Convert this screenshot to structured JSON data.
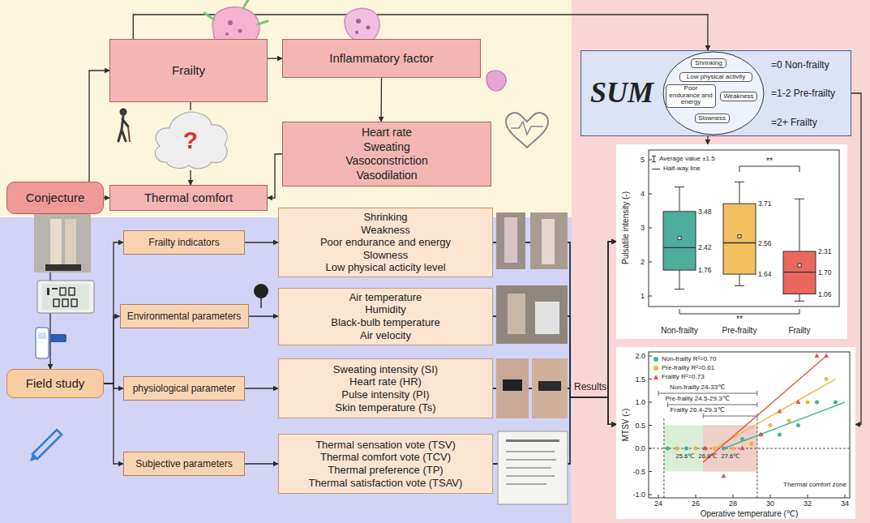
{
  "diagram": {
    "nodes": [
      {
        "text": [
          "Conjecture"
        ]
      },
      {
        "text": [
          "Frailty"
        ]
      },
      {
        "text": [
          "Inflammatory factor"
        ]
      },
      {
        "text": [
          "Heart rate",
          "Sweating",
          "Vasoconstriction",
          "Vasodilation"
        ]
      },
      {
        "text": [
          "?"
        ]
      },
      {
        "text": [
          "Thermal comfort"
        ]
      },
      {
        "text": [
          "Field study"
        ]
      },
      {
        "text": [
          "Frailty indicators"
        ]
      },
      {
        "text": [
          "Environmental parameters"
        ]
      },
      {
        "text": [
          "physiological parameter"
        ]
      },
      {
        "text": [
          "Subjective parameters"
        ]
      },
      {
        "text": [
          "Shrinking",
          "Weakness",
          "Poor endurance and energy",
          "Slowness",
          "Low physical acticity level"
        ]
      },
      {
        "text": [
          "Air temperature",
          "Humidity",
          "Black-bulb temperature",
          "Air velocity"
        ]
      },
      {
        "text": [
          "Sweating intensity (SI)",
          "Heart rate (HR)",
          "Pulse intensity (PI)",
          "Skin temperature (Ts)"
        ]
      },
      {
        "text": [
          "Thermal sensation vote (TSV)",
          "Thermal comfort vote (TCV)",
          "Thermal preference (TP)",
          "Thermal satisfaction vote (TSAV)"
        ]
      },
      {
        "text": [
          "SUM",
          "=0 Non-frailty",
          "=1-2 Pre-frailty",
          "=2+ Frailty"
        ]
      },
      {
        "text": [
          "Shrinking"
        ],
        "in": 15
      },
      {
        "text": [
          "Low physical activity"
        ],
        "in": 15
      },
      {
        "text": [
          "Poor endurance and energy"
        ],
        "in": 15
      },
      {
        "text": [
          "Weakness"
        ],
        "in": 15
      },
      {
        "text": [
          "Slowness"
        ],
        "in": 15
      },
      {
        "text": [
          "Pulsatile intensity (-)",
          "5",
          "4",
          "3",
          "2",
          "1",
          "3.48",
          "2.42",
          "1.76",
          "3.71",
          "2.56",
          "1.64",
          "2.31",
          "1.70",
          "1.06",
          "**",
          "**",
          "Non-frailty",
          "Pre-frailty",
          "Frailty"
        ]
      },
      {
        "text": [
          "MTSV (-)",
          "2.0",
          "1.5",
          "1.0",
          "0.5",
          "0.0",
          "-0.5",
          "-1.0",
          "24",
          "26",
          "28",
          "30",
          "32",
          "34",
          "Operative temperature (℃)",
          "Non-frailty 24-33℃",
          "Pre-frailty 24.5-29.3℃",
          "Frailty 26.4-29.3℃",
          "25.6℃",
          "26.8℃",
          "27.6℃",
          "Thermal comfort zone"
        ]
      }
    ],
    "edges": [
      {
        "from": 0,
        "to": 1,
        "arrow": "to"
      },
      {
        "from": 0,
        "to": 5,
        "arrow": "to"
      },
      {
        "from": 0,
        "to": 6,
        "arrow": "to"
      },
      {
        "from": 1,
        "to": 2,
        "arrow": "to"
      },
      {
        "from": 1,
        "to": 4,
        "arrow": "none"
      },
      {
        "from": 4,
        "to": 5,
        "arrow": "to"
      },
      {
        "from": 2,
        "to": 3,
        "arrow": "to"
      },
      {
        "from": 3,
        "to": 5,
        "arrow": "to"
      },
      {
        "from": 1,
        "to": 15,
        "arrow": "to"
      },
      {
        "from": 15,
        "to": 21,
        "arrow": "to"
      },
      {
        "from": 15,
        "to": 22,
        "arrow": "to"
      },
      {
        "from": 6,
        "to": 7,
        "arrow": "to"
      },
      {
        "from": 6,
        "to": 8,
        "arrow": "to"
      },
      {
        "from": 6,
        "to": 9,
        "arrow": "to"
      },
      {
        "from": 6,
        "to": 10,
        "arrow": "to"
      },
      {
        "from": 7,
        "to": 11,
        "arrow": "to"
      },
      {
        "from": 8,
        "to": 12,
        "arrow": "to"
      },
      {
        "from": 9,
        "to": 13,
        "arrow": "to"
      },
      {
        "from": 10,
        "to": 14,
        "arrow": "to"
      },
      {
        "from": 11,
        "to": 21,
        "arrow": "to"
      },
      {
        "from": 12,
        "to": 21,
        "arrow": "to"
      },
      {
        "from": 13,
        "to": 21,
        "label": "Results",
        "arrow": "to"
      },
      {
        "from": 14,
        "to": 21,
        "arrow": "to"
      },
      {
        "from": 11,
        "to": 22,
        "arrow": "to"
      },
      {
        "from": 12,
        "to": 22,
        "arrow": "to"
      },
      {
        "from": 13,
        "to": 22,
        "arrow": "to"
      },
      {
        "from": 14,
        "to": 22,
        "arrow": "to"
      }
    ],
    "legend": [
      {
        "text": "Average value ±1.5"
      },
      {
        "text": "Half-way line"
      },
      {
        "text": "Non-frailty R²=0.70",
        "color": "#3fb59b"
      },
      {
        "text": "Pre-frailty R²=0.61",
        "color": "#f2b33d"
      },
      {
        "text": "Frailty R²=0.73",
        "color": "#e8534a"
      }
    ]
  }
}
